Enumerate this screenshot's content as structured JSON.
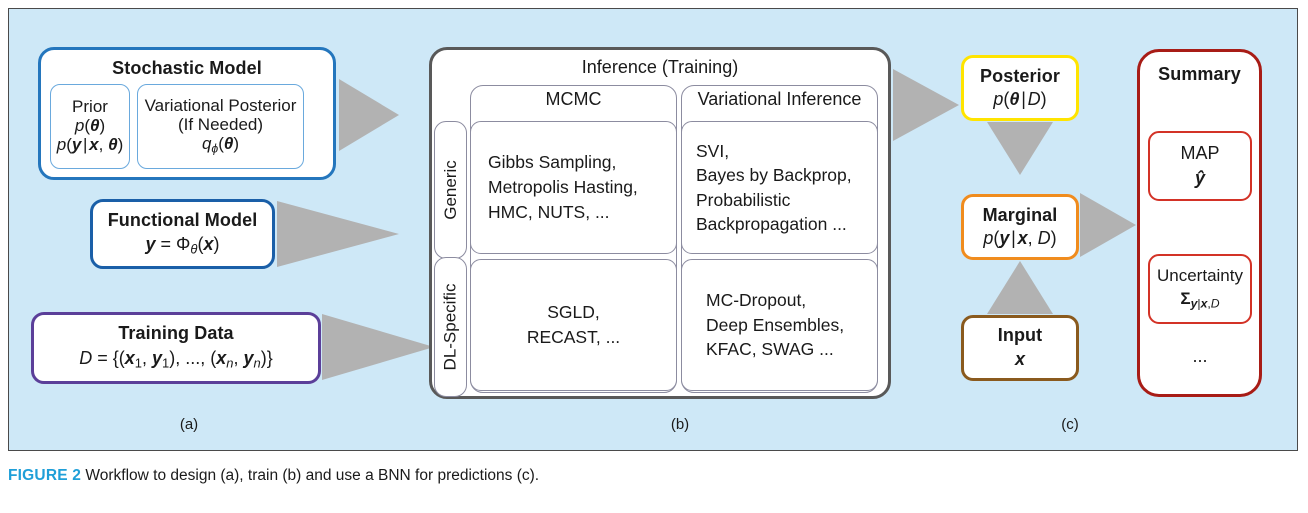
{
  "figure": {
    "caption_label": "FIGURE 2",
    "caption_text": " Workflow to design (a), train (b) and use a BNN for predictions (c).",
    "panel_labels": [
      "(a)",
      "(b)",
      "(c)"
    ]
  },
  "colors": {
    "background": "#cee8f7",
    "panel_border": "#4a4a4a",
    "stochastic_blue": "#2476bd",
    "inner_light_blue": "#6aa9dd",
    "functional_blue": "#1a5fa8",
    "training_purple": "#5b3f99",
    "inference_gray": "#595959",
    "subbox_gray": "#8c8ca0",
    "posterior_yellow": "#ffe400",
    "marginal_orange": "#f08c1e",
    "input_brown": "#8a5a1e",
    "summary_darkred": "#a81c16",
    "summary_inner_red": "#d33226",
    "arrow_gray": "#b2b2b2",
    "caption_accent": "#1f9fd8"
  },
  "panel_a": {
    "stochastic_model": {
      "title": "Stochastic Model",
      "prior": {
        "title": "Prior",
        "line1": "p(θ)",
        "line2": "p(y|x, θ)"
      },
      "variational_posterior": {
        "title_line1": "Variational Posterior",
        "title_line2": "(If Needed)",
        "formula": "qϕ(θ)"
      }
    },
    "functional_model": {
      "title": "Functional Model",
      "formula": "y = Φθ(x)"
    },
    "training_data": {
      "title": "Training Data",
      "formula": "D = {(x1, y1), ..., (xn, yn)}"
    }
  },
  "panel_b": {
    "title": "Inference (Training)",
    "column_headers": [
      "MCMC",
      "Variational Inference"
    ],
    "row_labels": [
      "Generic",
      "DL-Specific"
    ],
    "cells": {
      "mcmc_generic": [
        "Gibbs Sampling,",
        "Metropolis Hasting,",
        "HMC, NUTS, ..."
      ],
      "vi_generic": [
        "SVI,",
        "Bayes by Backprop,",
        "Probabilistic",
        "Backpropagation ..."
      ],
      "mcmc_dl": [
        "SGLD,",
        "RECAST, ..."
      ],
      "vi_dl": [
        "MC-Dropout,",
        "Deep Ensembles,",
        "KFAC, SWAG ..."
      ]
    }
  },
  "panel_c": {
    "posterior": {
      "title": "Posterior",
      "formula": "p(θ|D)"
    },
    "marginal": {
      "title": "Marginal",
      "formula": "p(y|x, D)"
    },
    "input": {
      "title": "Input",
      "formula": "x"
    },
    "summary": {
      "title": "Summary",
      "map": {
        "title": "MAP",
        "formula": "ŷ"
      },
      "uncertainty": {
        "title": "Uncertainty",
        "formula": "Σy|x, D"
      },
      "ellipsis": "..."
    }
  }
}
